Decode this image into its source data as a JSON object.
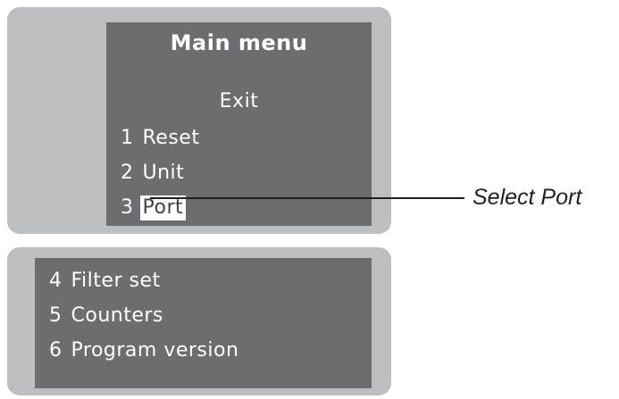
{
  "device_top": {
    "screen_title": "Main menu",
    "exit_label": "Exit",
    "items": [
      {
        "index": "1",
        "label": "Reset",
        "selected": false
      },
      {
        "index": "2",
        "label": "Unit",
        "selected": false
      },
      {
        "index": "3",
        "label": "Port",
        "selected": true
      }
    ]
  },
  "device_bottom": {
    "items": [
      {
        "index": "4",
        "label": "Filter set",
        "selected": false
      },
      {
        "index": "5",
        "label": "Counters",
        "selected": false
      },
      {
        "index": "6",
        "label": "Program version",
        "selected": false
      }
    ]
  },
  "annotation": {
    "caption": "Select Port"
  },
  "colors": {
    "frame": "#bcbec0",
    "screen": "#6b6d70",
    "screen_text": "#ffffff",
    "highlight_background": "#ffffff",
    "highlight_text": "#404448",
    "leader_line": "#231f20",
    "caption_text": "#231f20"
  }
}
